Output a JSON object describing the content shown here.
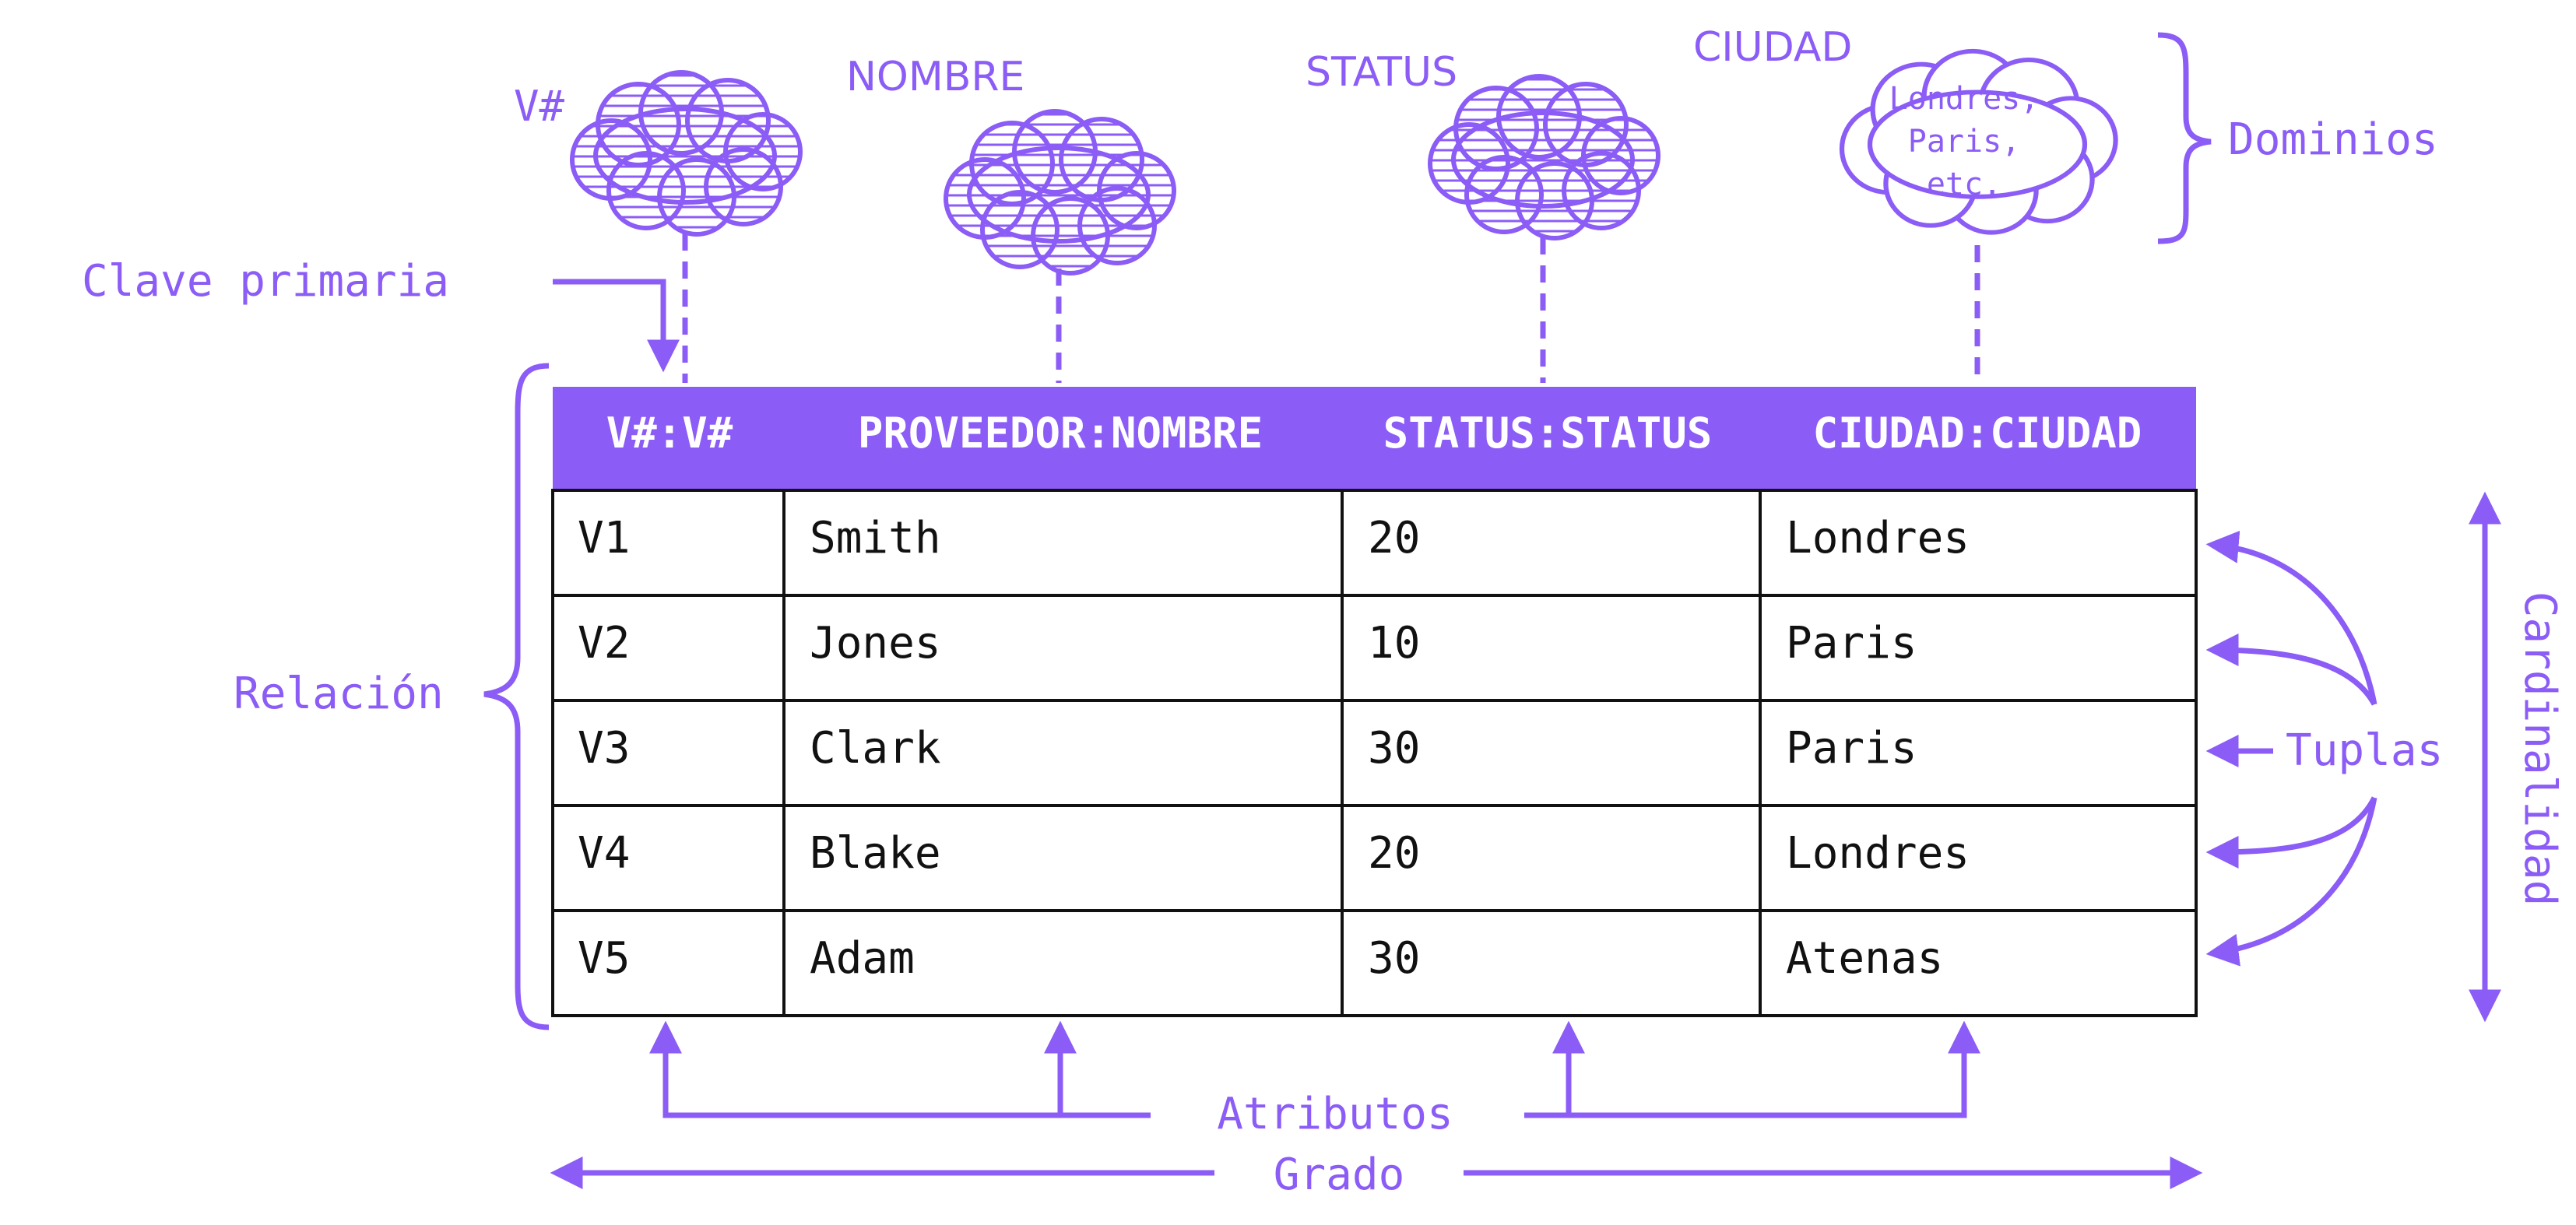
{
  "domains": {
    "labels": [
      "V#",
      "NOMBRE",
      "STATUS",
      "CIUDAD"
    ],
    "ciudad_values": [
      "Londres,",
      "Paris,",
      "etc."
    ],
    "title": "Dominios"
  },
  "primary_key_label": "Clave primaria",
  "relation_label": "Relación",
  "table": {
    "headers": [
      "V#:V#",
      "PROVEEDOR:NOMBRE",
      "STATUS:STATUS",
      "CIUDAD:CIUDAD"
    ],
    "rows": [
      [
        "V1",
        "Smith",
        "20",
        "Londres"
      ],
      [
        "V2",
        "Jones",
        "10",
        "Paris"
      ],
      [
        "V3",
        "Clark",
        "30",
        "Paris"
      ],
      [
        "V4",
        "Blake",
        "20",
        "Londres"
      ],
      [
        "V5",
        "Adam",
        "30",
        "Atenas"
      ]
    ]
  },
  "tuples_label": "Tuplas",
  "cardinality_label": "Cardinalidad",
  "attributes_label": "Atributos",
  "degree_label": "Grado",
  "colors": {
    "accent": "#8b5cf6",
    "header_fill": "#8b5cf6",
    "header_text": "#ffffff",
    "cell_text": "#111111",
    "grid": "#111111"
  }
}
